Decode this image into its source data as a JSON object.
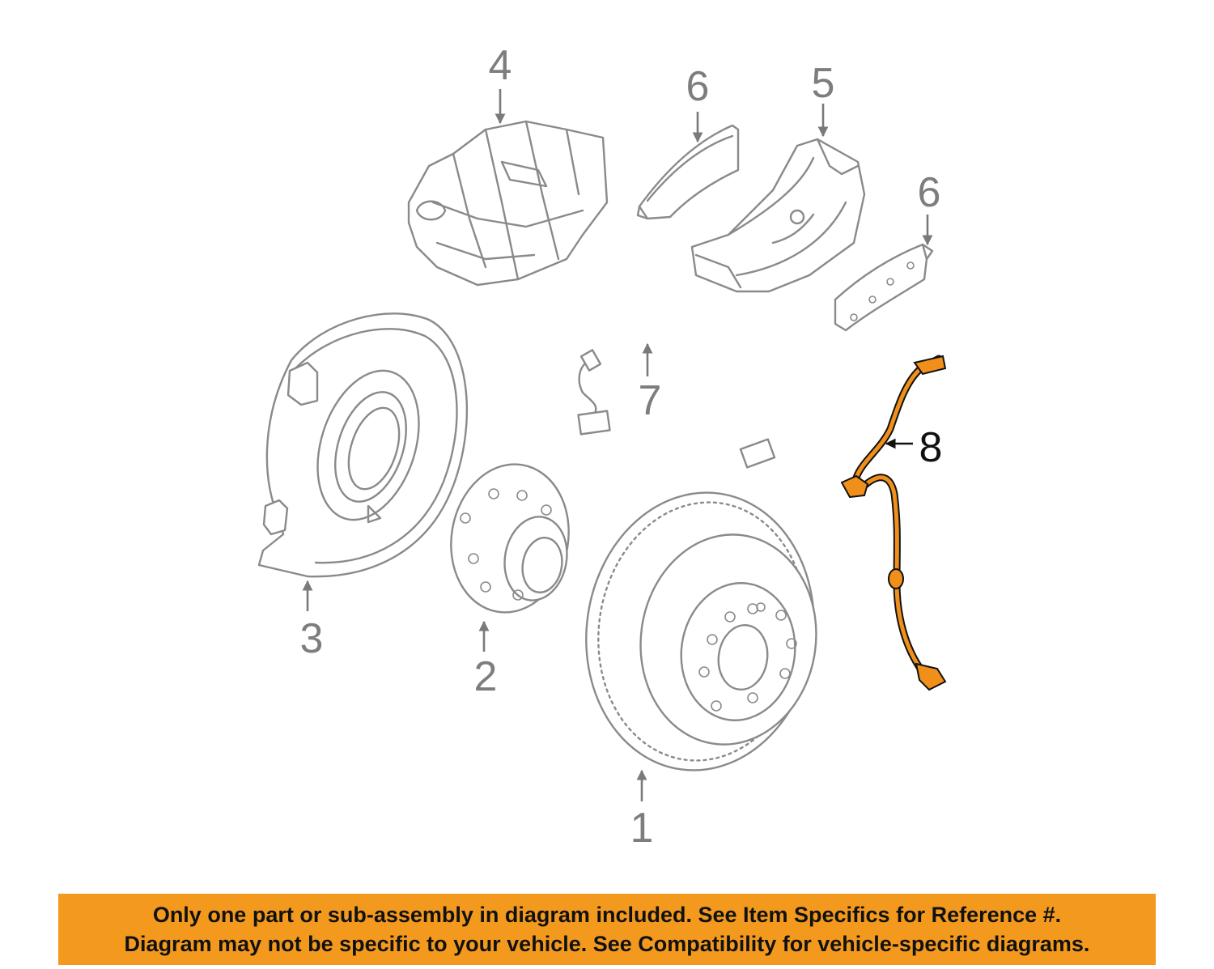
{
  "callouts": {
    "c1": "1",
    "c2": "2",
    "c3": "3",
    "c4": "4",
    "c5": "5",
    "c6a": "6",
    "c6b": "6",
    "c7": "7",
    "c8": "8"
  },
  "banner": {
    "line1": "Only one part or sub-assembly in diagram included. See Item Specifics for Reference #.",
    "line2": "Diagram may not be specific to your vehicle. See Compatibility for vehicle-specific diagrams."
  },
  "colors": {
    "banner": "#f39a1e",
    "highlight_part": "#f0901a",
    "part_outline": "#8a8a8a"
  }
}
